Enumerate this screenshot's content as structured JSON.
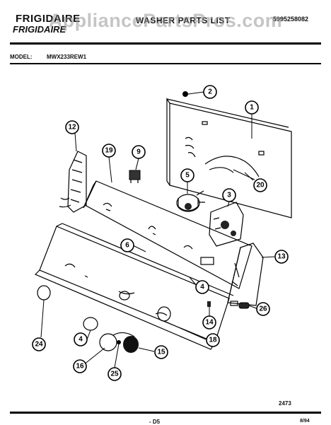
{
  "header": {
    "brand_line1": "FRIGIDAIRE",
    "brand_line2": "FRIGIDAIRE",
    "title": "WASHER PARTS LIST",
    "publication_number": "5995258082",
    "model_label": "MODEL:",
    "model_value": "MWX233REW1"
  },
  "watermark": "AppliancePartsPros.com",
  "footer": {
    "figure_number": "2473",
    "page_code": "- D5",
    "date_code": "8/94"
  },
  "callouts": [
    "1",
    "2",
    "3",
    "4",
    "4",
    "5",
    "6",
    "9",
    "12",
    "13",
    "14",
    "15",
    "16",
    "18",
    "19",
    "20",
    "24",
    "25",
    "26"
  ],
  "colors": {
    "ink": "#000000",
    "paper": "#ffffff",
    "watermark": "#969696"
  }
}
